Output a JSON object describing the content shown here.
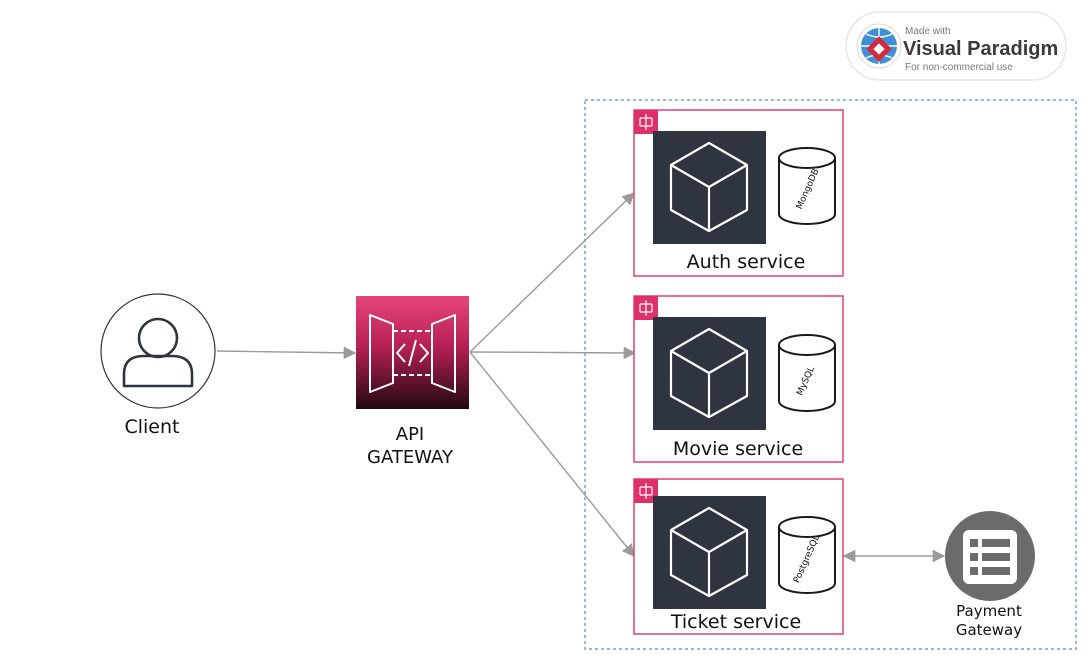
{
  "badge": {
    "made_with": "Made with",
    "brand": "Visual Paradigm",
    "subtitle": "For non-commercial use"
  },
  "client": {
    "label": "Client"
  },
  "api_gateway": {
    "label_line1": "API",
    "label_line2": "GATEWAY"
  },
  "services": [
    {
      "label": "Auth service",
      "database": "MongoDB"
    },
    {
      "label": "Movie service",
      "database": "MySQL"
    },
    {
      "label": "Ticket service",
      "database": "PostgreSQL"
    }
  ],
  "payment_gateway": {
    "label_line1": "Payment",
    "label_line2": "Gateway"
  },
  "colors": {
    "service_border": "#e0306b",
    "container_dashed": "#4a90c2",
    "compute_bg": "#2e3440",
    "gateway_top": "#e7457b",
    "gateway_bottom": "#2b0a14",
    "connector": "#9a9a9a",
    "payment_circle": "#6b6b6b"
  }
}
